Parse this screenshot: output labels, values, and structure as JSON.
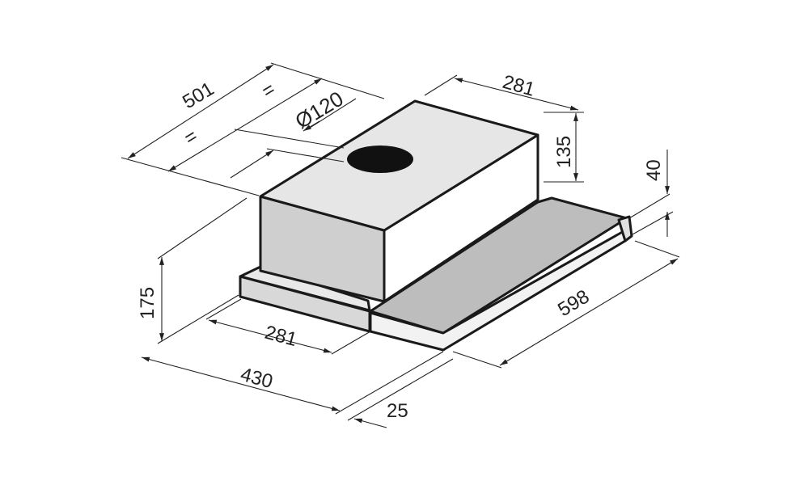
{
  "drawing": {
    "dimensions": {
      "depth_total": "501",
      "equal_left": "=",
      "equal_right": "=",
      "outlet_diameter": "Ø120",
      "box_depth": "281",
      "box_height": "135",
      "visor_height": "40",
      "total_height": "175",
      "box_width": "281",
      "total_width": "598",
      "base_depth": "430",
      "visor_offset": "25"
    },
    "colors": {
      "top": "#e6e6e6",
      "side": "#cfcfcf",
      "front": "#ffffff",
      "visor": "#bdbdbd",
      "outlet": "#111111"
    }
  }
}
